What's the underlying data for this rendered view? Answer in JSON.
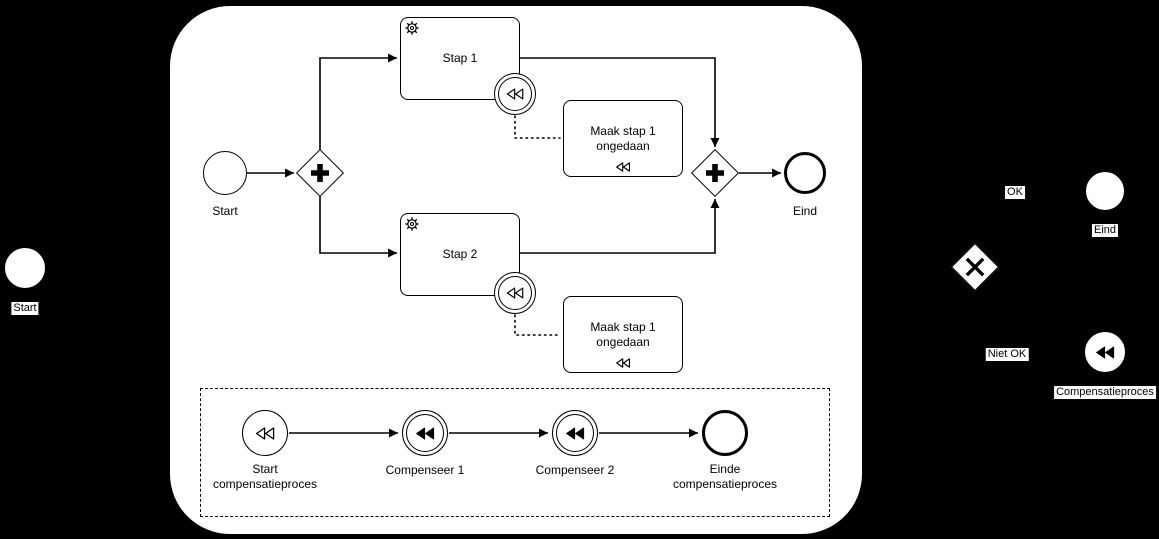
{
  "colors": {
    "background": "#000000",
    "shape_fill": "#ffffff",
    "stroke": "#000000",
    "label_chip_bg": "#ffffff",
    "label_text": "#000000"
  },
  "pool": {
    "start": {
      "label": "Start"
    },
    "task1": {
      "label": "Stap 1"
    },
    "task2": {
      "label": "Stap 2"
    },
    "undo1": {
      "label": "Maak stap 1\nongedaan"
    },
    "undo2": {
      "label": "Maak stap 1\nongedaan"
    },
    "end": {
      "label": "Eind"
    }
  },
  "compensation_flow": {
    "start": {
      "label": "Start\ncompensatieproces"
    },
    "step1": {
      "label": "Compenseer 1"
    },
    "step2": {
      "label": "Compenseer 2"
    },
    "end": {
      "label": "Einde\ncompensatieproces"
    }
  },
  "outside": {
    "start": "Start",
    "ok": "OK",
    "eind": "Eind",
    "niet_ok": "Niet OK",
    "compensatieproces": "Compensatieproces"
  },
  "icons": {
    "gear-icon": "gear / service-task marker",
    "compensation-icon": "two left-pointing triangles (rewind)",
    "plus-icon": "thick plus / parallel gateway marker",
    "x-icon": "thick X / exclusive gateway marker"
  }
}
